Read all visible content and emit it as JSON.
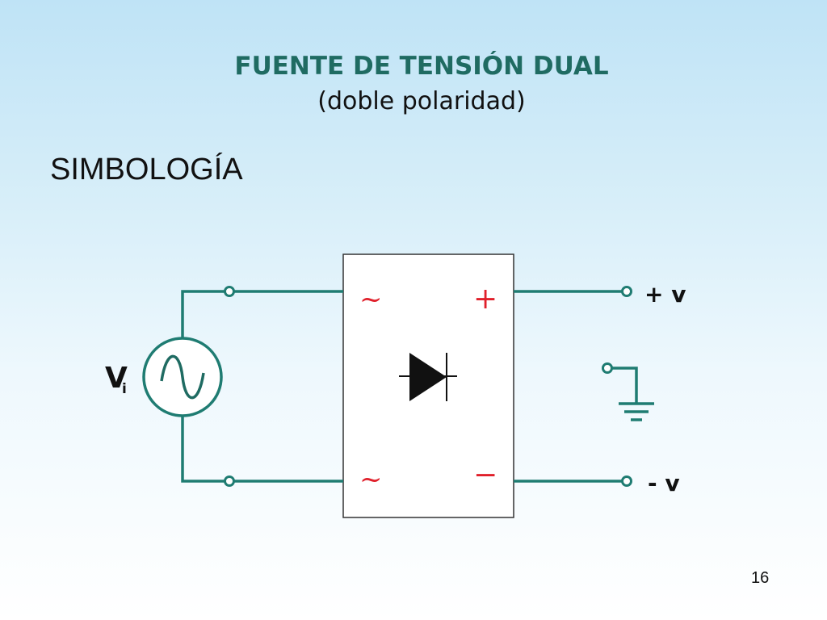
{
  "slide": {
    "title": "FUENTE DE TENSIÓN DUAL",
    "subtitle": "(doble polaridad)",
    "heading": "SIMBOLOGÍA",
    "page_number": "16"
  },
  "diagram": {
    "source_label_main": "V",
    "source_label_sub": "i",
    "ac_top_symbol": "~",
    "ac_bottom_symbol": "~",
    "plus_symbol": "+",
    "minus_symbol": "−",
    "output_plus_label": "+ v",
    "output_minus_label": "- v"
  },
  "colors": {
    "wire": "#1f7c72",
    "title": "#1f6b62",
    "symbols": "#e01f2a"
  }
}
